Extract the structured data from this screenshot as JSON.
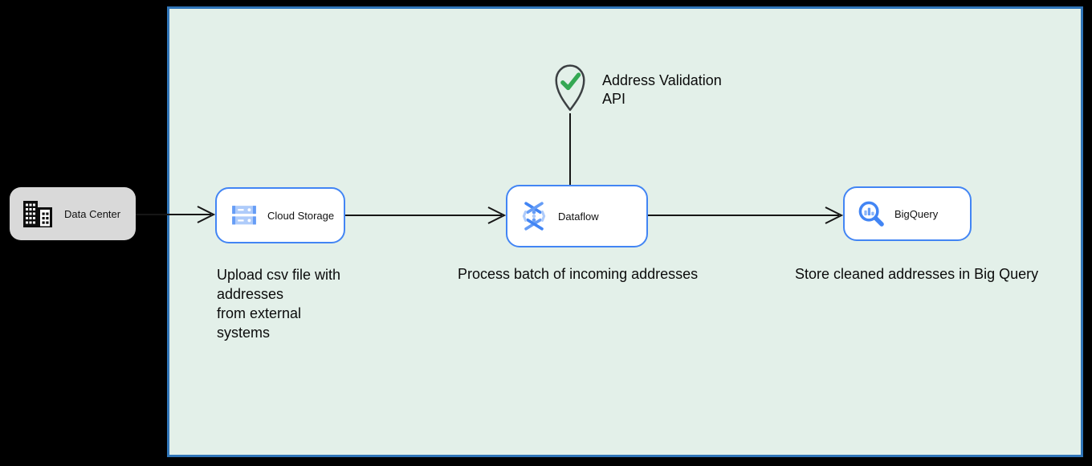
{
  "colors": {
    "page_bg": "#000000",
    "canvas_bg": "#e3f0e9",
    "canvas_border": "#3075b8",
    "node_border": "#4285f4",
    "datacenter_bg": "#d9d9d9",
    "arrow": "#161616",
    "pin_outline": "#3c4043",
    "check_green": "#34a853",
    "gcp_blue": "#4285f4",
    "gcp_blue_mid": "#669df6",
    "gcp_blue_light": "#aecbfa"
  },
  "nodes": {
    "data_center": {
      "label": "Data Center"
    },
    "cloud_storage": {
      "label": "Cloud Storage",
      "caption": "Upload csv file with\naddresses\nfrom external\nsystems"
    },
    "dataflow": {
      "label": "Dataflow",
      "caption": "Process batch of incoming addresses"
    },
    "bigquery": {
      "label": "BigQuery",
      "caption": "Store cleaned addresses in Big Query"
    }
  },
  "annotation": {
    "label": "Address Validation\nAPI"
  }
}
